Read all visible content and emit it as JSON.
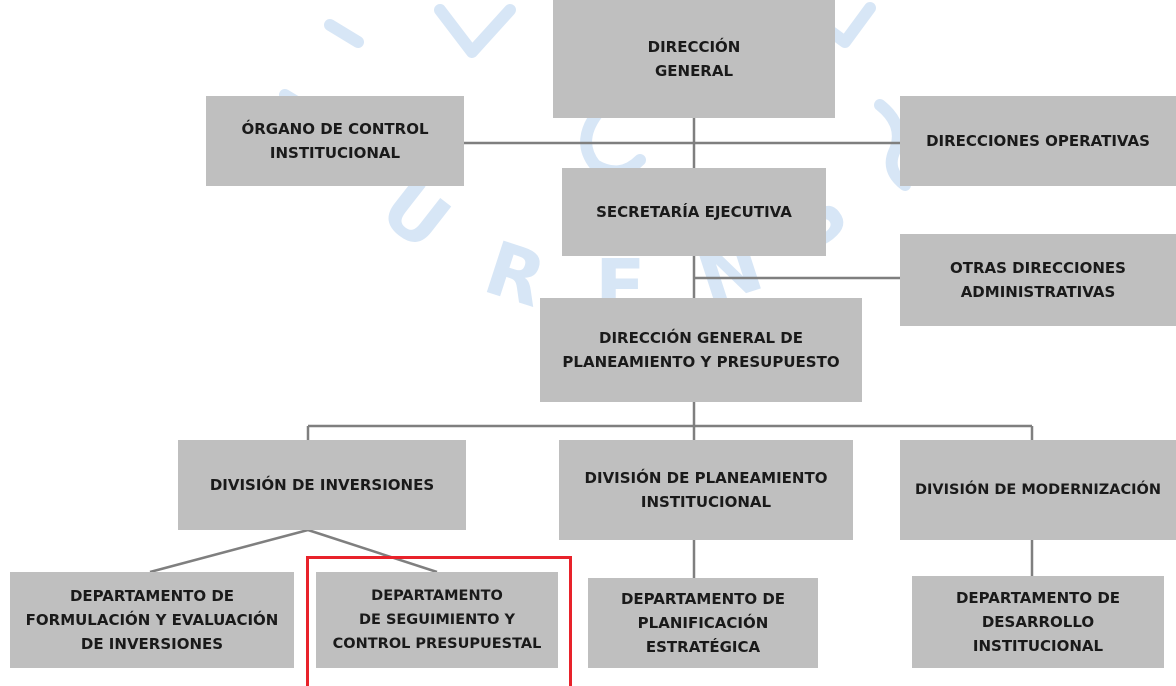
{
  "colors": {
    "box_fill": "#bfbfbf",
    "connector": "#7f7f7f",
    "highlight": "#e8222a",
    "watermark": "#d7e6f6"
  },
  "watermark": {
    "icon": "university-seal-watermark",
    "letters": [
      "U",
      "R",
      "E",
      "N",
      "S"
    ]
  },
  "nodes": {
    "direccion_general": "DIRECCIÓN\nGENERAL",
    "organo_control": "ÓRGANO DE CONTROL\nINSTITUCIONAL",
    "direcciones_operativas": "DIRECCIONES OPERATIVAS",
    "secretaria_ejecutiva": "SECRETARÍA EJECUTIVA",
    "otras_direcciones": "OTRAS DIRECCIONES\nADMINISTRATIVAS",
    "dg_planeamiento": "DIRECCIÓN GENERAL DE\nPLANEAMIENTO Y PRESUPUESTO",
    "division_inversiones": "DIVISIÓN DE INVERSIONES",
    "division_planeamiento": "DIVISIÓN DE PLANEAMIENTO\nINSTITUCIONAL",
    "division_modernizacion": "DIVISIÓN DE MODERNIZACIÓN",
    "dep_formulacion": "DEPARTAMENTO DE\nFORMULACIÓN Y EVALUACIÓN\nDE INVERSIONES",
    "dep_seguimiento": "DEPARTAMENTO\nDE  SEGUIMIENTO Y\nCONTROL PRESUPUESTAL",
    "dep_planificacion": "DEPARTAMENTO DE\nPLANIFICACIÓN\nESTRATÉGICA",
    "dep_desarrollo": "DEPARTAMENTO DE\nDESARROLLO\nINSTITUCIONAL"
  }
}
